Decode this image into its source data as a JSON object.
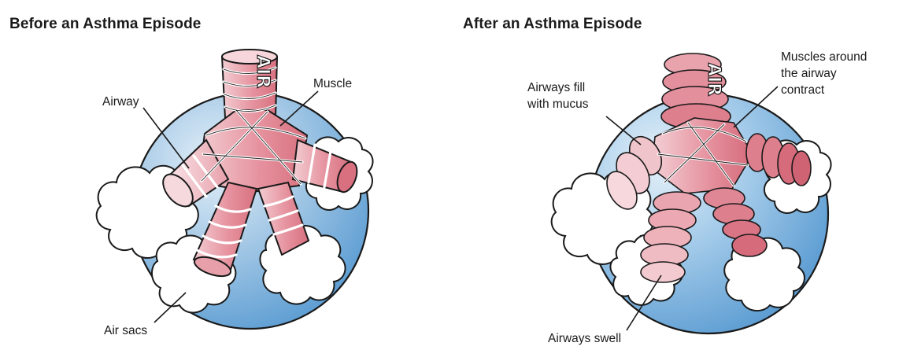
{
  "panels": {
    "before": {
      "title": "Before an Asthma Episode",
      "air_text": "AIR",
      "labels": {
        "airway": "Airway",
        "muscle": "Muscle",
        "air_sacs": "Air sacs"
      }
    },
    "after": {
      "title": "After an Asthma Episode",
      "air_text": "AIR",
      "labels": {
        "mucus": "Airways fill\nwith mucus",
        "muscles": "Muscles around\nthe airway\ncontract",
        "swell": "Airways swell"
      }
    }
  },
  "colors": {
    "background_circle": "#6fa8d8",
    "circle_highlight": "#d6e8f5",
    "airway_fill": "#e38a98",
    "airway_light": "#f1c4cb",
    "muscle_band": "#ffffff",
    "air_sac_fill": "#ffffff",
    "outline": "#1a1a1a"
  }
}
